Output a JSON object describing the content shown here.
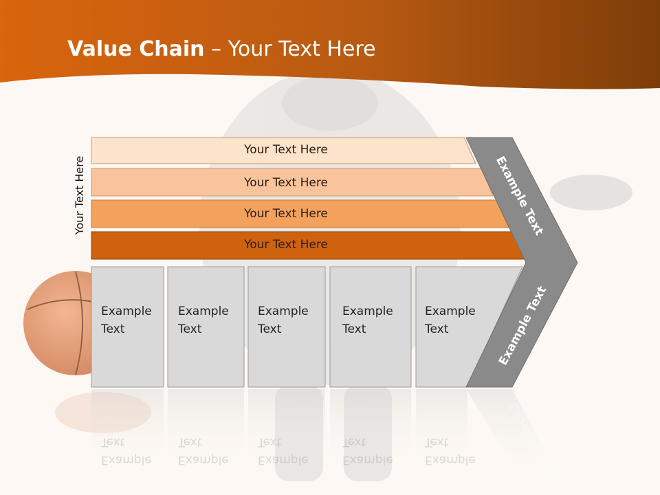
{
  "title": {
    "bold": "Value Chain",
    "rest": " – Your Text Here"
  },
  "side_label": "Your Text Here",
  "bars": [
    {
      "label": "Your Text Here",
      "color": "#fde3cc"
    },
    {
      "label": "Your Text Here",
      "color": "#f9c49b"
    },
    {
      "label": "Your Text Here",
      "color": "#f3a25d"
    },
    {
      "label": "Your Text Here",
      "color": "#cf620f"
    }
  ],
  "boxes": [
    {
      "line1": "Example",
      "line2": "Text"
    },
    {
      "line1": "Example",
      "line2": "Text"
    },
    {
      "line1": "Example",
      "line2": "Text"
    },
    {
      "line1": "Example",
      "line2": "Text"
    },
    {
      "line1": "Example",
      "line2": "Text"
    }
  ],
  "chevron": {
    "top_label": "Example Text",
    "bottom_label": "Example Text",
    "color": "#8a8a8a"
  },
  "colors": {
    "header_dark": "#8a3f06",
    "header_light": "#e06f12",
    "box_fill": "#d9d9d9"
  }
}
